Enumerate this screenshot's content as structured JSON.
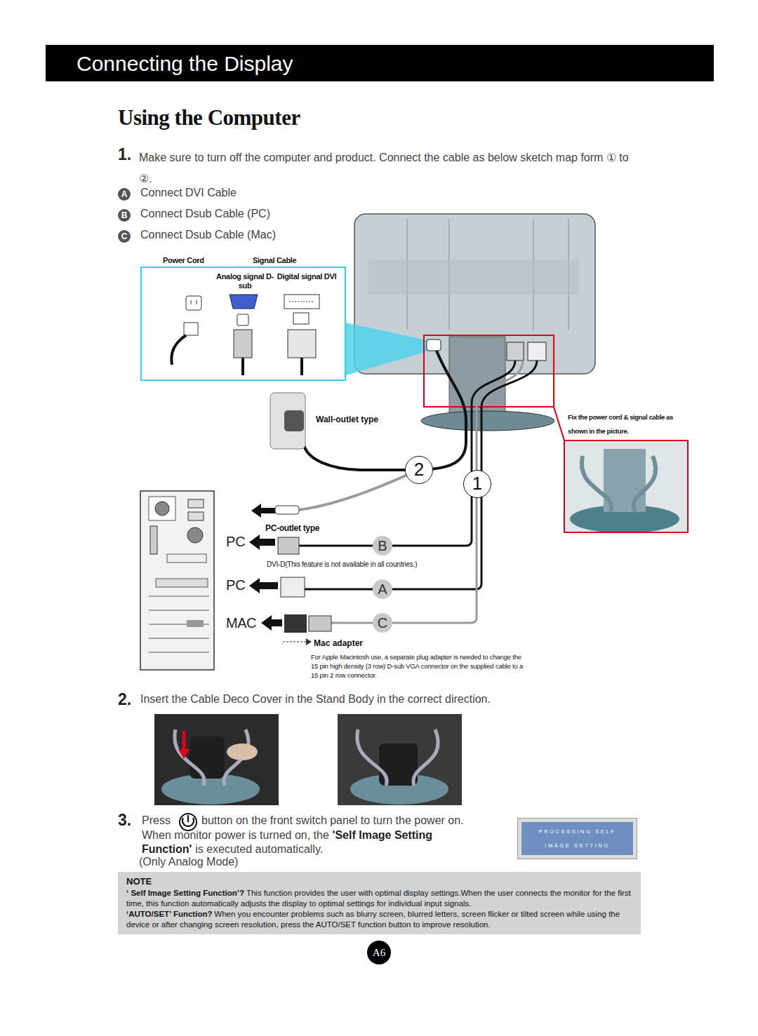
{
  "diagram": {
    "title": "Using the Computer",
    "nodes": [
      {
        "text": [
          "Connecting the Display"
        ]
      },
      {
        "text": [
          "A"
        ]
      },
      {
        "text": [
          "B"
        ]
      },
      {
        "text": [
          "C"
        ]
      },
      {
        "text": [
          "Power Cord",
          "Signal Cable",
          "Analog signal D-sub",
          "Digital signal DVI"
        ]
      },
      {
        "text": [
          "Fix the power cord & signal cable as shown in the picture."
        ]
      },
      {
        "text": [
          "2"
        ]
      },
      {
        "text": [
          "1"
        ]
      },
      {
        "text": [
          "B"
        ]
      },
      {
        "text": [
          "A"
        ]
      },
      {
        "text": [
          "C"
        ]
      },
      {
        "text": [
          "PROCESSING SELF IMAGE SETTING"
        ]
      },
      {
        "text": [
          "NOTE",
          "‘ Self Image Setting Function’?",
          "This function provides the user with optimal display settings.When the user connects the monitor for the first time, this function automatically adjusts the display to optimal settings for individual input signals.",
          "‘AUTO/SET’ Function?",
          "When you encounter problems such as blurry screen, blurred letters, screen flicker or tilted screen while using the device or after changing screen resolution, press the AUTO/SET function button to improve resolution."
        ]
      },
      {
        "text": [
          "A6"
        ]
      }
    ],
    "labels": [
      "1.",
      "Make sure to turn off the computer and product. Connect the cable as below sketch map form ① to ②.",
      "Connect DVI Cable",
      "Connect Dsub Cable (PC)",
      "Connect Dsub Cable (Mac)",
      "Wall-outlet type",
      "PC-outlet type",
      "PC",
      "DVI-D(This feature is not available in all countries.)",
      "PC",
      "MAC",
      "Mac adapter",
      "For Apple Macintosh use, a separate plug adapter is needed to change the 15 pin high density (3 row) D-sub VGA connector on the supplied cable to a 15 pin 2 row connector.",
      "2.",
      "Insert the Cable Deco Cover in the Stand Body in the correct direction.",
      "3.",
      "Press",
      "button on the front switch panel to turn the power on.",
      "When monitor power is turned on, the",
      "'Self Image Setting Function'",
      "is executed automatically.",
      "(Only Analog Mode)"
    ]
  }
}
